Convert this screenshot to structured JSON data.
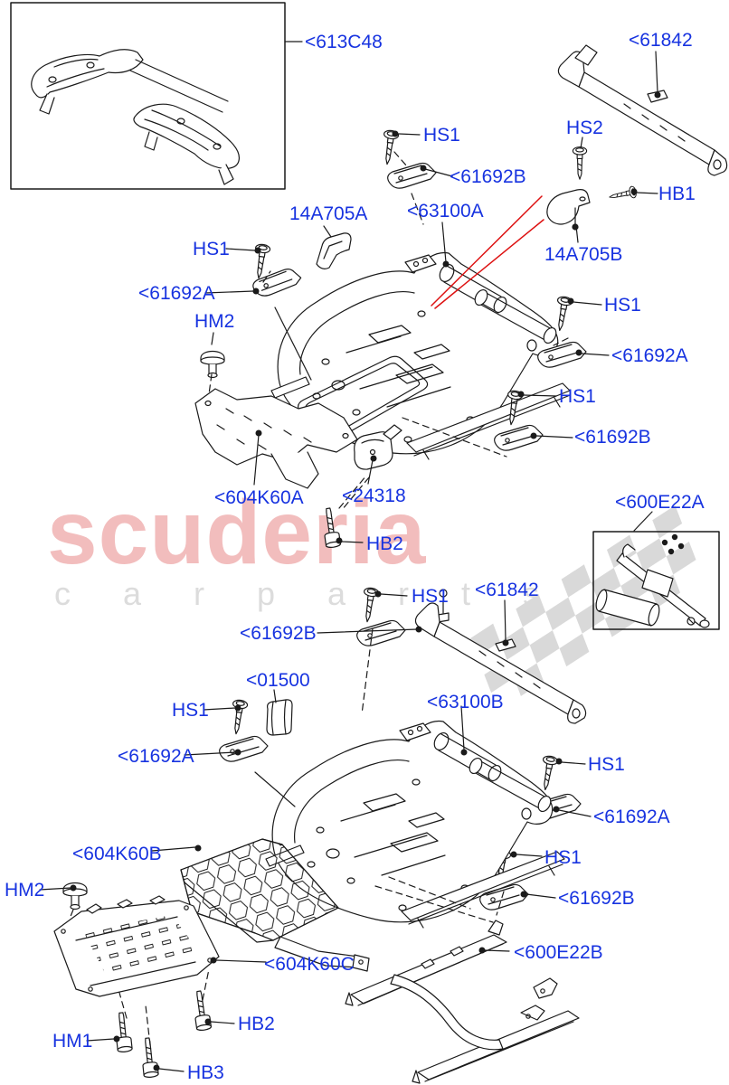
{
  "document": {
    "type": "exploded-parts-diagram",
    "subject": "seat frame and slide rail assembly"
  },
  "watermark": {
    "brand": "scuderia",
    "sub1": "c a r",
    "sub2": "p a r t s"
  },
  "colors": {
    "label_blue": "#1733e0",
    "line_black": "#1a1a1a",
    "red_pointer": "#dd1111",
    "watermark_pink": "#f2bdbd",
    "watermark_gray": "#dcdcdc",
    "checker_gray": "#d9d9d9"
  },
  "labels": [
    {
      "id": "613C48",
      "text": "<613C48"
    },
    {
      "id": "61842-1",
      "text": "<61842"
    },
    {
      "id": "HS1-1",
      "text": "HS1"
    },
    {
      "id": "61692B-1",
      "text": "<61692B"
    },
    {
      "id": "HS2",
      "text": "HS2"
    },
    {
      "id": "HB1",
      "text": "HB1"
    },
    {
      "id": "14A705B",
      "text": "14A705B"
    },
    {
      "id": "14A705A",
      "text": "14A705A"
    },
    {
      "id": "63100A",
      "text": "<63100A"
    },
    {
      "id": "HS1-2",
      "text": "HS1"
    },
    {
      "id": "61692A-1",
      "text": "<61692A"
    },
    {
      "id": "HM2-1",
      "text": "HM2"
    },
    {
      "id": "HS1-3",
      "text": "HS1"
    },
    {
      "id": "61692A-2",
      "text": "<61692A"
    },
    {
      "id": "HS1-4",
      "text": "HS1"
    },
    {
      "id": "61692B-2",
      "text": "<61692B"
    },
    {
      "id": "604K60A",
      "text": "<604K60A"
    },
    {
      "id": "24318",
      "text": "<24318"
    },
    {
      "id": "HB2-1",
      "text": "HB2"
    },
    {
      "id": "600E22A",
      "text": "<600E22A"
    },
    {
      "id": "HS1-5",
      "text": "HS1"
    },
    {
      "id": "61842-2",
      "text": "<61842"
    },
    {
      "id": "61692B-3",
      "text": "<61692B"
    },
    {
      "id": "01500",
      "text": "<01500"
    },
    {
      "id": "63100B",
      "text": "<63100B"
    },
    {
      "id": "HS1-6",
      "text": "HS1"
    },
    {
      "id": "61692A-3",
      "text": "<61692A"
    },
    {
      "id": "604K60B",
      "text": "<604K60B"
    },
    {
      "id": "HM2-2",
      "text": "HM2"
    },
    {
      "id": "604K60C",
      "text": "<604K60C"
    },
    {
      "id": "HM1",
      "text": "HM1"
    },
    {
      "id": "HB2-2",
      "text": "HB2"
    },
    {
      "id": "HB3",
      "text": "HB3"
    },
    {
      "id": "HS1-7",
      "text": "HS1"
    },
    {
      "id": "61692A-4",
      "text": "<61692A"
    },
    {
      "id": "HS1-8",
      "text": "HS1"
    },
    {
      "id": "61692B-4",
      "text": "<61692B"
    },
    {
      "id": "600E22B",
      "text": "<600E22B"
    }
  ]
}
